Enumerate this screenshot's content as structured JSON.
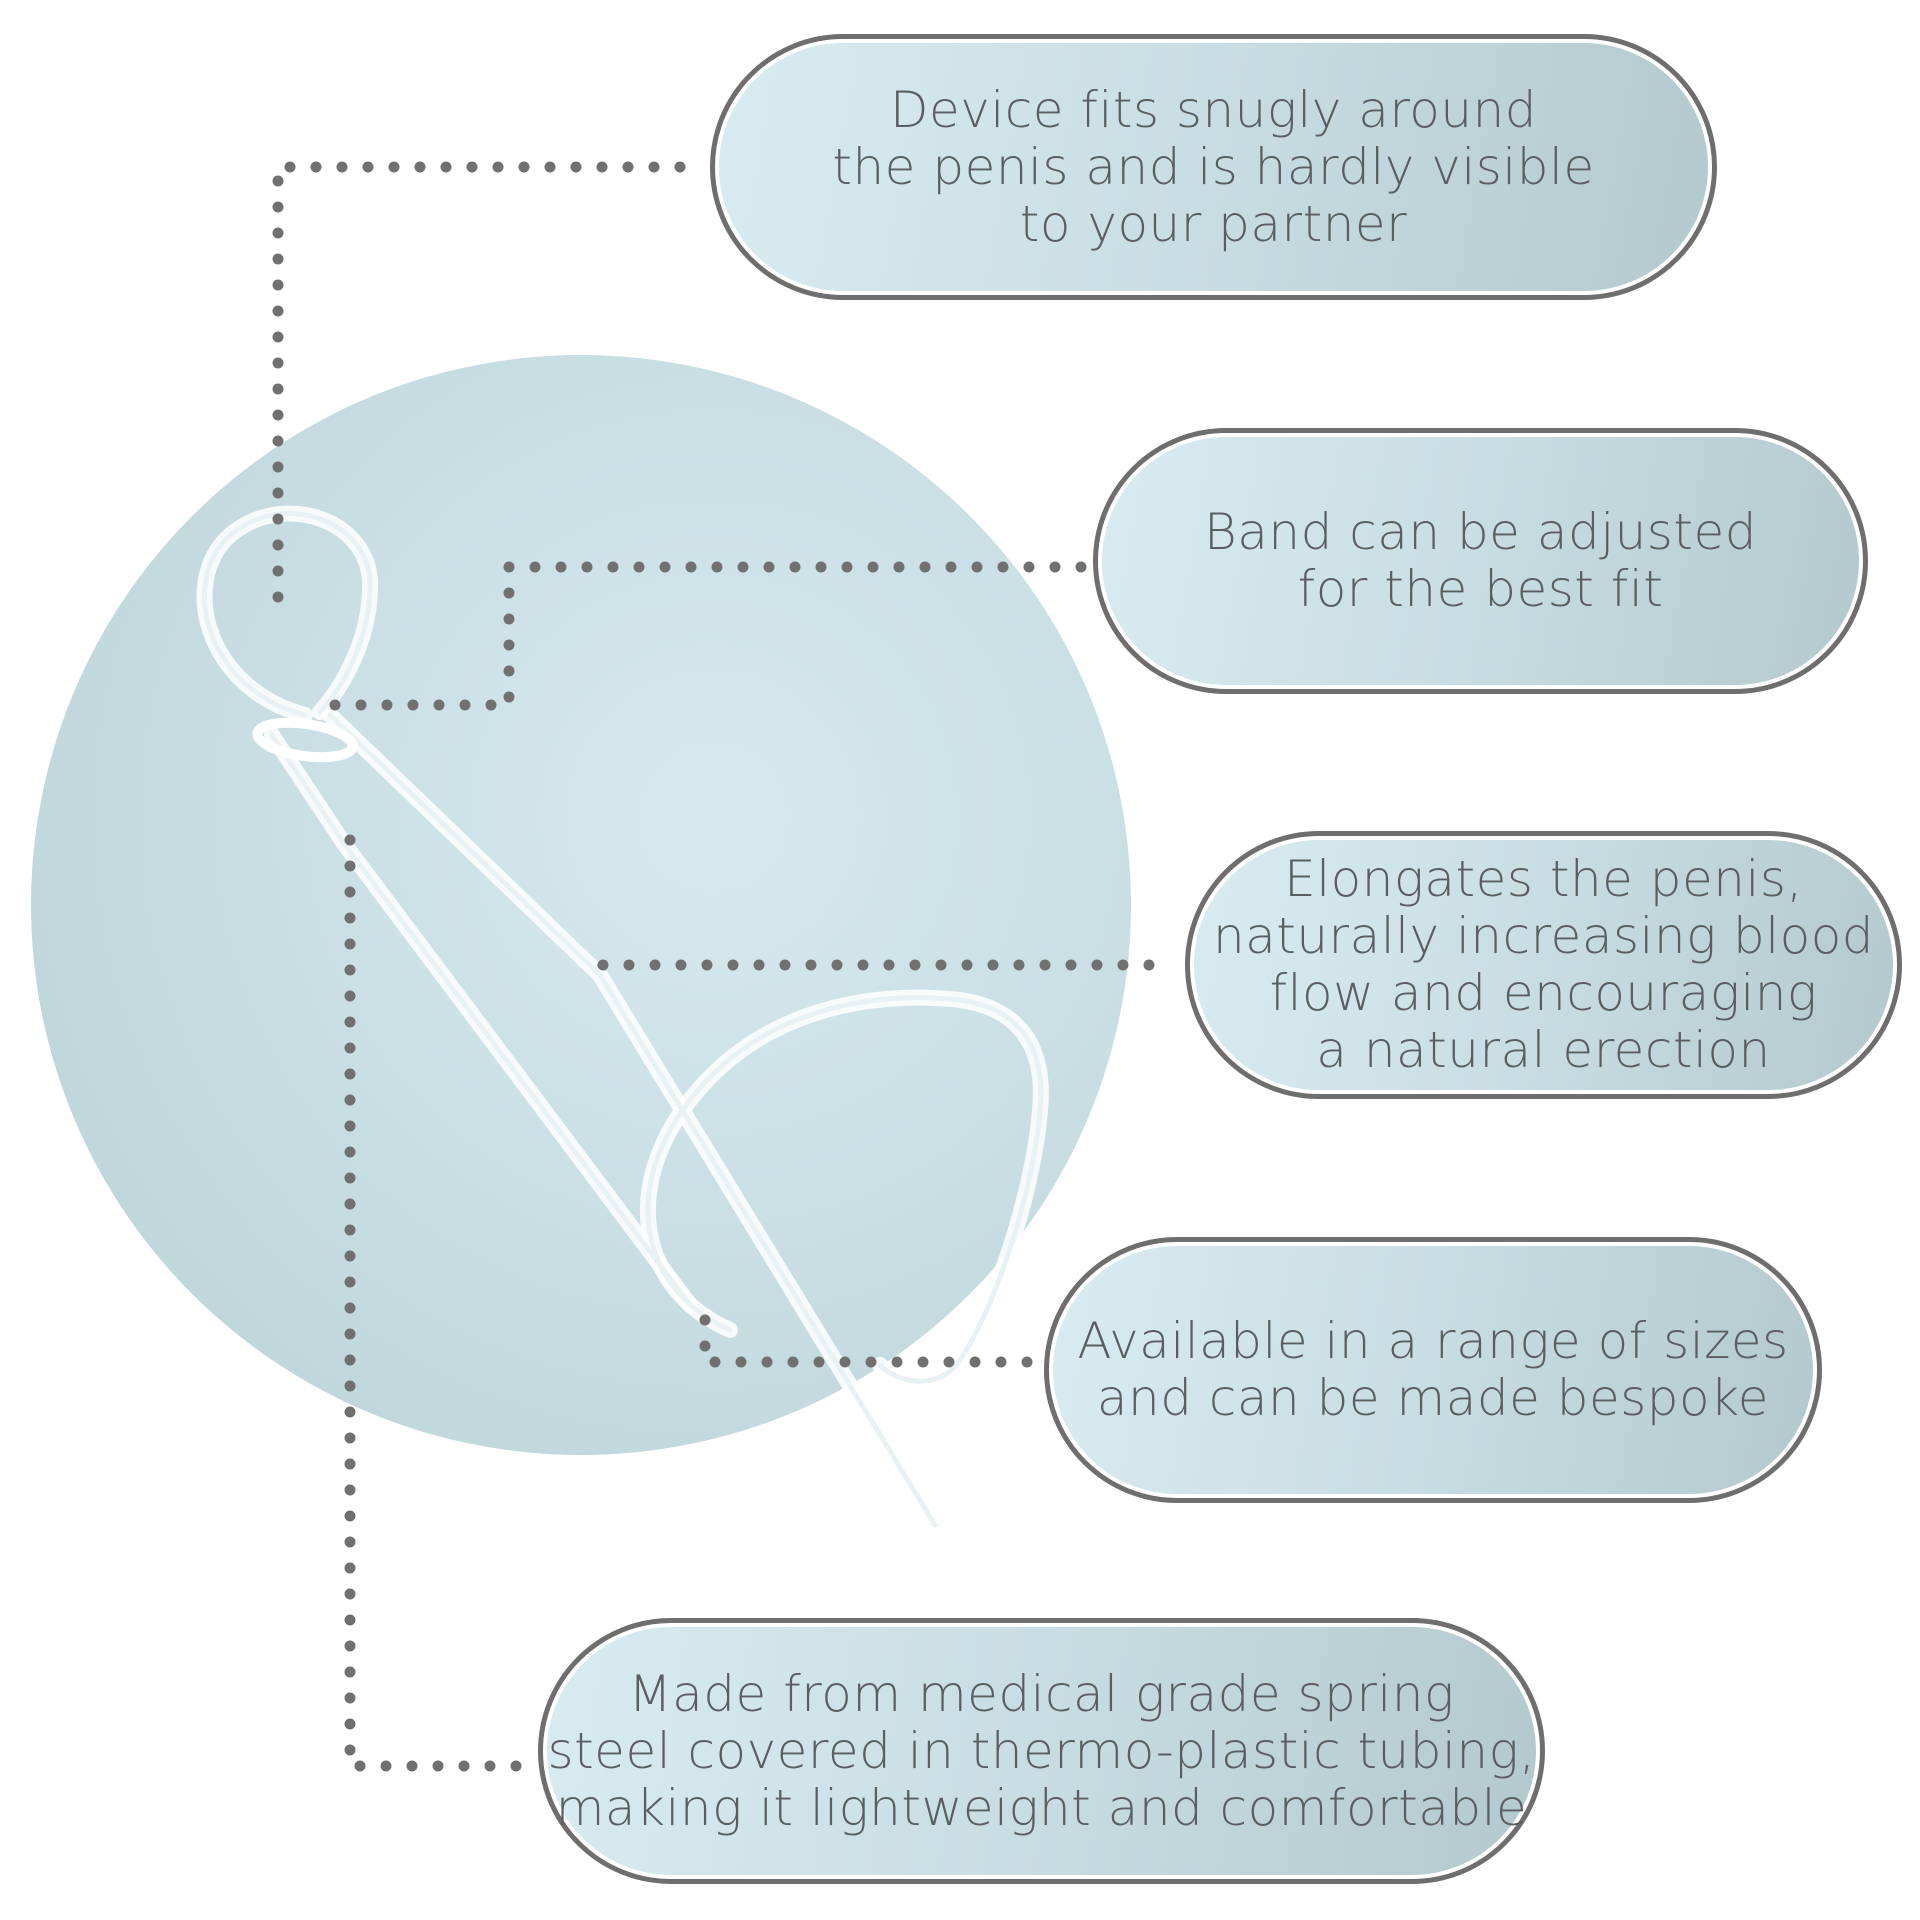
{
  "features": [
    {
      "id": "fit",
      "text": "Device fits snugly around\nthe penis and is hardly visible\nto your partner"
    },
    {
      "id": "band",
      "text": "Band can be adjusted\nfor the best fit"
    },
    {
      "id": "elongate",
      "text": "Elongates the penis,\nnaturally increasing blood\nflow and encouraging\na natural erection"
    },
    {
      "id": "sizes",
      "text": "Available in a range of sizes\nand can be made bespoke"
    },
    {
      "id": "material",
      "text": "Made from medical grade spring\nsteel covered in thermo-plastic tubing,\nmaking it lightweight and comfortable"
    }
  ],
  "colors": {
    "pill_border": "#6e6e6e",
    "pill_fill_light": "#d8ebf1",
    "pill_fill_dark": "#b3c9cd",
    "circle": "#c9dfe4",
    "dots": "#707070",
    "text": "#5b5e60"
  }
}
